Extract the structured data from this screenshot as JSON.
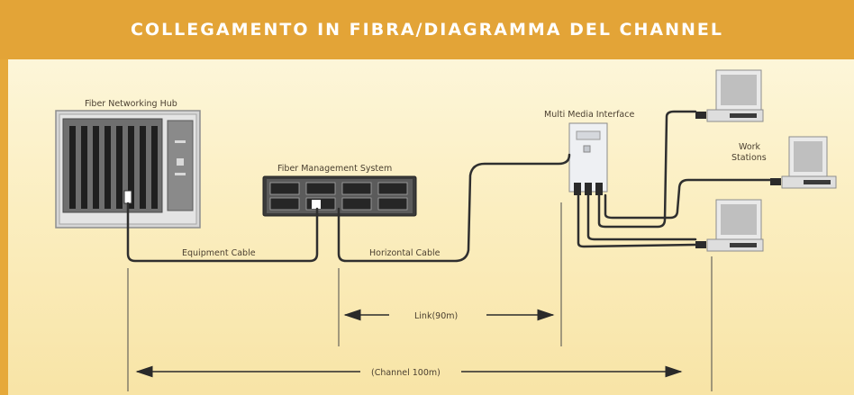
{
  "title": "COLLEGAMENTO IN FIBRA/DIAGRAMMA DEL CHANNEL",
  "labels": {
    "hub": "Fiber Networking Hub",
    "fms": "Fiber Management System",
    "mmi": "Multi Media Interface",
    "workstations_line1": "Work",
    "workstations_line2": "Stations",
    "equipment_cable": "Equipment Cable",
    "horizontal_cable": "Horizontal Cable",
    "link": "Link(90m)",
    "channel": "(Channel 100m)"
  },
  "colors": {
    "title_bar": "#e3a437",
    "background": "#fbeec0",
    "cable": "#2f2f2f"
  }
}
